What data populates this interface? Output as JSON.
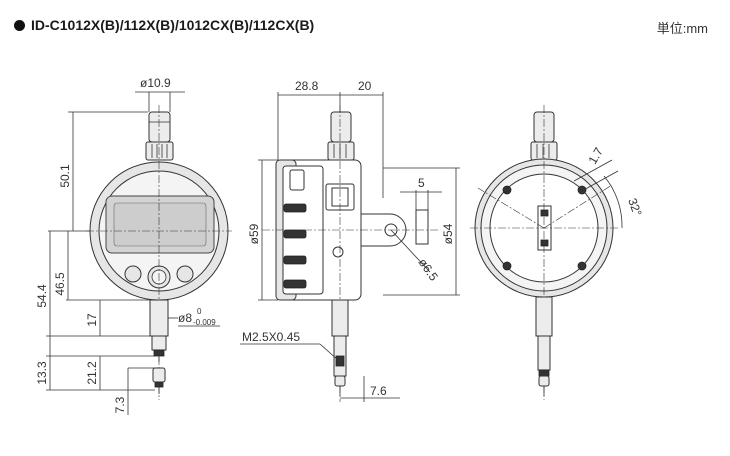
{
  "header": {
    "title": "ID-C1012X(B)/112X(B)/1012CX(B)/112CX(B)",
    "unit": "単位:mm"
  },
  "front_view": {
    "cap_dia": "ø10.9",
    "dim_50_1": "50.1",
    "dim_54_4": "54.4",
    "dim_46_5": "46.5",
    "dim_17": "17",
    "stem_dia": "ø8",
    "stem_tol_upper": "0",
    "stem_tol_lower": "-0.009",
    "dim_13_3": "13.3",
    "dim_21_2": "21.2",
    "dim_7_3": "7.3"
  },
  "side_view": {
    "dim_28_8": "28.8",
    "dim_20": "20",
    "dia_59": "ø59",
    "dim_5": "5",
    "dia_54": "ø54",
    "dia_6_5": "ø6.5",
    "thread": "M2.5X0.45",
    "dim_7_6": "7.6"
  },
  "back_view": {
    "dim_1_7": "1.7",
    "angle": "32°"
  }
}
